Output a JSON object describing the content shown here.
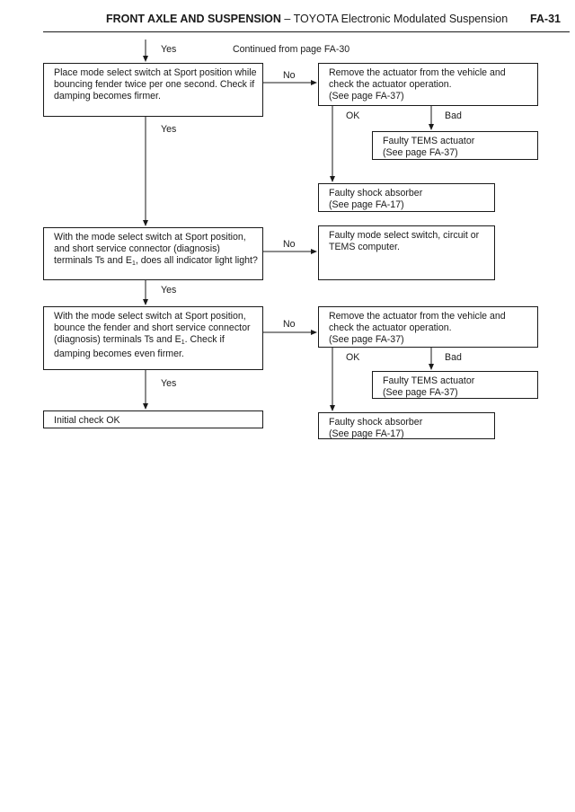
{
  "header": {
    "title_bold": "FRONT AXLE AND SUSPENSION",
    "title_rest": " – TOYOTA Electronic Modulated Suspension",
    "page": "FA-31"
  },
  "labels": {
    "yes_top": "Yes",
    "continued": "Continued from page FA-30",
    "no_1": "No",
    "ok_1": "OK",
    "bad_1": "Bad",
    "yes_1": "Yes",
    "no_2": "No",
    "yes_2": "Yes",
    "no_3": "No",
    "ok_3": "OK",
    "bad_3": "Bad",
    "yes_3": "Yes"
  },
  "boxes": {
    "check_damping_sport": "Place mode select switch at Sport position while bouncing fender twice per one second. Check if damping becomes firmer.",
    "remove_actuator_1": "Remove the actuator from the vehicle and check the actuator operation.\n(See page FA-37)",
    "faulty_actuator_1": "Faulty TEMS actuator\n(See page FA-37)",
    "faulty_shock_1": "Faulty shock absorber\n(See page FA-17)",
    "check_indicator_lights_pre": "With the mode select switch at Sport position, and short service connector (diagnosis) terminals Ts and E",
    "check_indicator_lights_sub": "1",
    "check_indicator_lights_post": ", does all indicator light light?",
    "faulty_switch": "Faulty mode select switch, circuit or TEMS computer.",
    "check_damping_firmer_pre": "With the mode select switch at Sport position, bounce the fender and short service connector (diagnosis) terminals Ts and E",
    "check_damping_firmer_sub": "1",
    "check_damping_firmer_post": ". Check if damping becomes even firmer.",
    "remove_actuator_2": "Remove the actuator from the vehicle and check the actuator operation.\n(See page FA-37)",
    "faulty_actuator_2": "Faulty TEMS actuator\n(See page FA-37)",
    "initial_ok": "Initial check OK",
    "faulty_shock_2": "Faulty shock absorber\n(See page FA-17)"
  }
}
